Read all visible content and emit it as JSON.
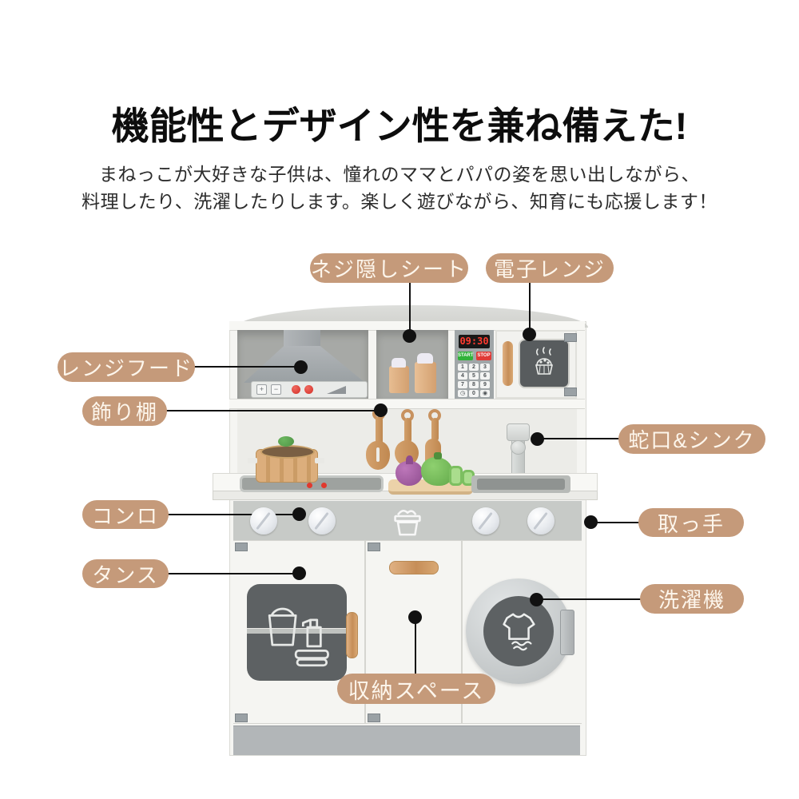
{
  "header": {
    "title": "機能性とデザイン性を兼ね備えた!",
    "description": [
      "まねっこが大好きな子供は、憧れのママとパパの姿を思い出しながら、",
      "料理したり、洗濯したりします。楽しく遊びながら、知育にも応援します！"
    ]
  },
  "callouts": {
    "screw_cover_sheet": "ネジ隠しシート",
    "microwave": "電子レンジ",
    "range_hood": "レンジフード",
    "display_shelf": "飾り棚",
    "faucet_and_sink": "蛇口&シンク",
    "stove": "コンロ",
    "side_handle": "取っ手",
    "dresser": "タンス",
    "washing_machine": "洗濯機",
    "storage_space": "収納スペース"
  },
  "microwave_panel": {
    "display_time": "09:30",
    "start_label": "START",
    "stop_label": "STOP",
    "keys": [
      "1",
      "2",
      "3",
      "4",
      "5",
      "6",
      "7",
      "8",
      "9",
      "◷",
      "0",
      "◉"
    ]
  },
  "hood_panel": {
    "plus": "+",
    "minus": "−"
  },
  "colors": {
    "label_bg": "#c59a7a",
    "label_text": "#fdf6ec",
    "line_color": "#111111",
    "wood": "#d3995f",
    "display_red": "#ff3b30",
    "start_green": "#31b23a",
    "stop_red": "#e03a36"
  }
}
